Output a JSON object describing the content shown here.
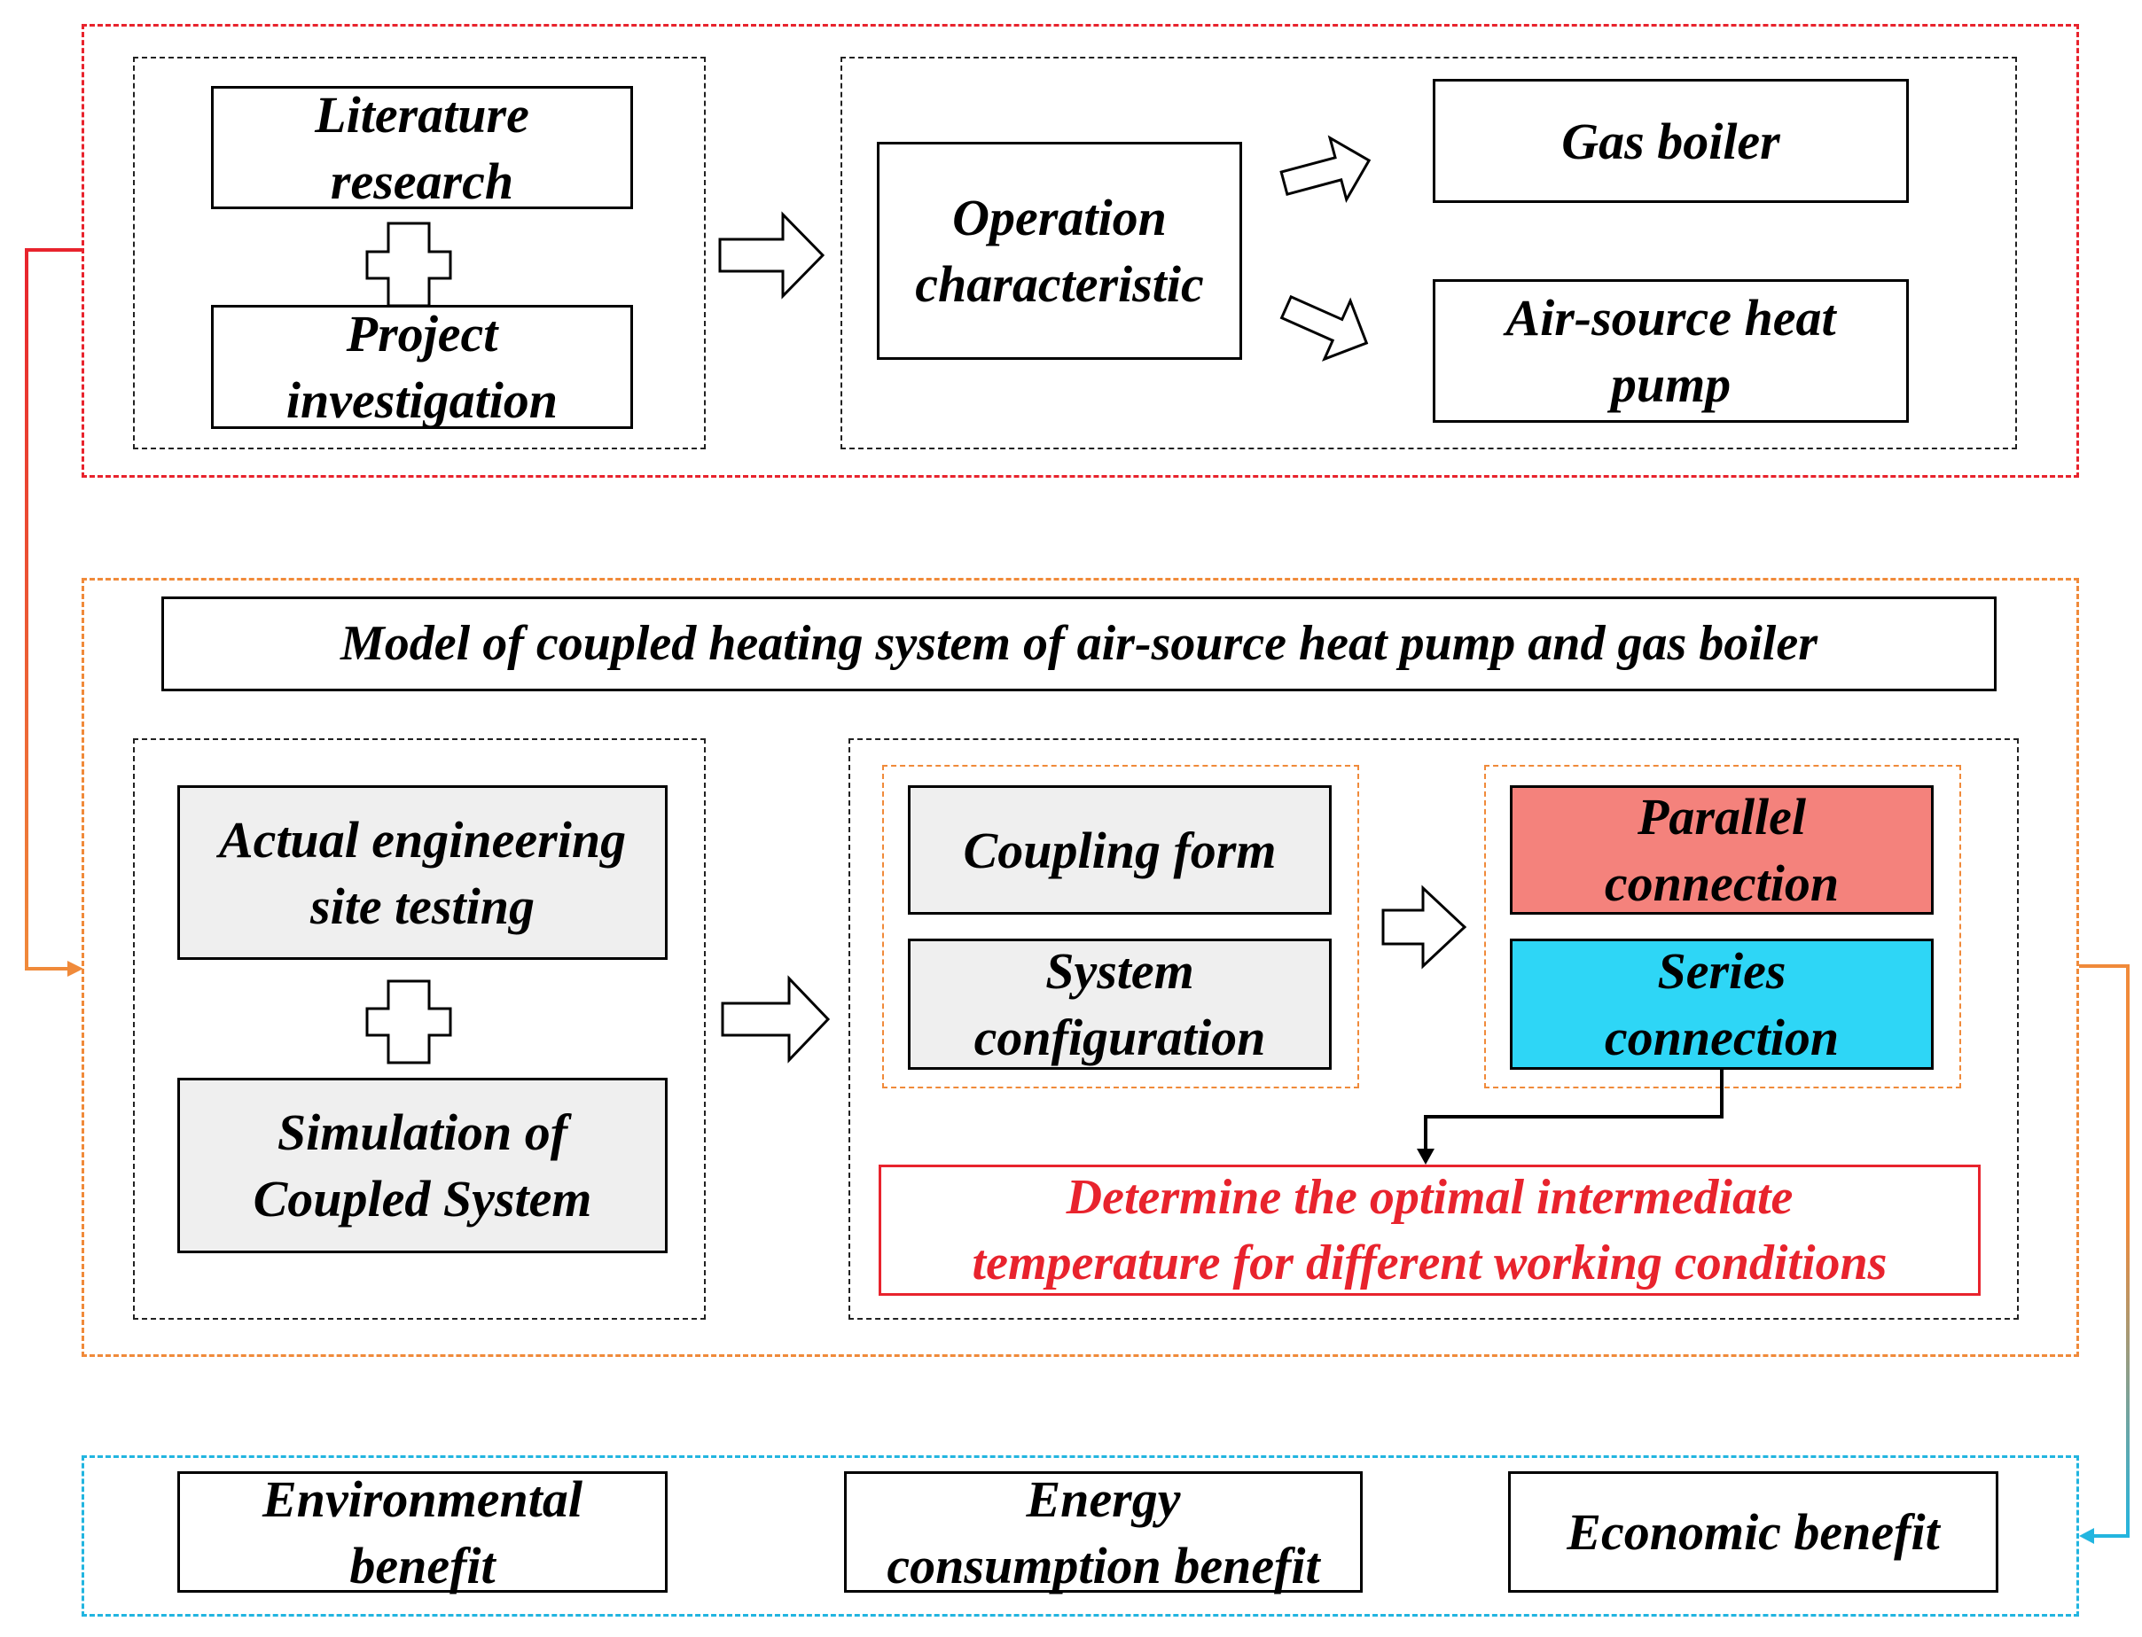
{
  "top_section": {
    "literature": "Literature\nresearch",
    "project": "Project\ninvestigation",
    "operation": "Operation\ncharacteristic",
    "gas_boiler": "Gas boiler",
    "ashp": "Air-source heat\npump"
  },
  "middle_section": {
    "model_title": "Model of coupled heating system of air-source heat pump and gas boiler",
    "site_testing": "Actual engineering\nsite testing",
    "simulation": "Simulation of\nCoupled System",
    "coupling_form": "Coupling form",
    "system_config": "System\nconfiguration",
    "parallel": "Parallel\nconnection",
    "series": "Series\nconnection",
    "determine": "Determine the optimal intermediate\ntemperature for different working conditions"
  },
  "bottom_section": {
    "environmental": "Environmental\nbenefit",
    "energy": "Energy\nconsumption benefit",
    "economic": "Economic benefit"
  },
  "colors": {
    "red_dash": "#e8232d",
    "orange_dash": "#f08a3a",
    "blue_dash": "#22b5e0",
    "parallel_fill": "#f4827c",
    "series_fill": "#2ed6f6",
    "grey_fill": "#efefef",
    "determine_text": "#e8232d"
  }
}
